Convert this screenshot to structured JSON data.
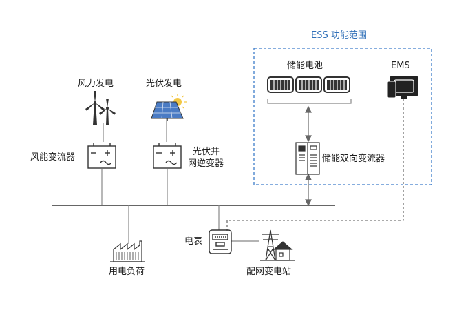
{
  "ess_scope": {
    "title": "ESS 功能范围",
    "color": "#3d7cc9"
  },
  "nodes": {
    "wind": {
      "label": "风力发电"
    },
    "pv": {
      "label": "光伏发电"
    },
    "wind_converter": {
      "label": "风能变流器"
    },
    "pv_inverter": {
      "line1": "光伏并",
      "line2": "网逆变器"
    },
    "battery": {
      "label": "储能电池"
    },
    "ems": {
      "label": "EMS"
    },
    "pcs": {
      "label": "储能双向变流器"
    },
    "meter": {
      "label": "电表"
    },
    "load": {
      "label": "用电负荷"
    },
    "substation": {
      "label": "配网变电站"
    }
  },
  "colors": {
    "line": "#777777",
    "icon": "#333333",
    "dashed": "#555555",
    "pv_panel": "#4a7bc4",
    "sun": "#f2c744"
  }
}
